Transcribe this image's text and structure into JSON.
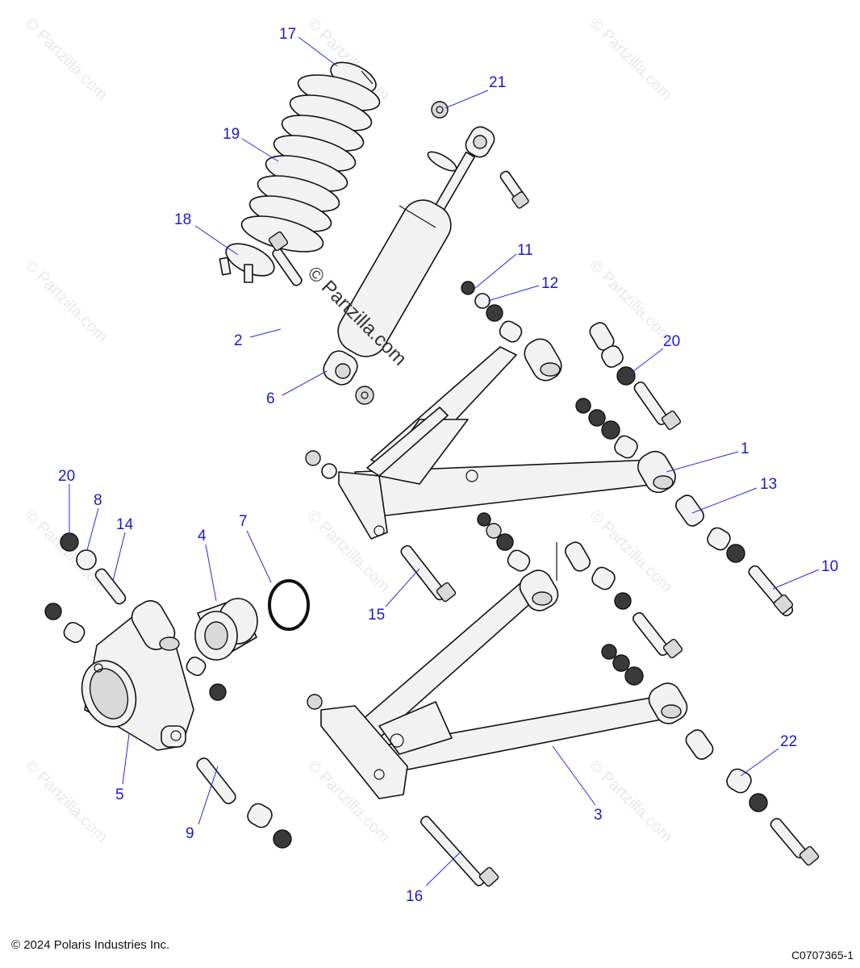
{
  "diagram": {
    "watermark_text": "© Partzilla.com",
    "center_watermark_text": "© Partzilla.com",
    "callouts": {
      "c1": "1",
      "c2": "2",
      "c3": "3",
      "c4": "4",
      "c5": "5",
      "c6": "6",
      "c7": "7",
      "c8": "8",
      "c9": "9",
      "c10": "10",
      "c11": "11",
      "c12": "12",
      "c13": "13",
      "c14": "14",
      "c15": "15",
      "c16": "16",
      "c17": "17",
      "c18": "18",
      "c19": "19",
      "c20a": "20",
      "c20b": "20",
      "c21": "21",
      "c22": "22"
    }
  },
  "footer": {
    "copyright": "© 2024 Polaris Industries Inc.",
    "drawing_id": "C0707365-1"
  },
  "colors": {
    "callout": "#1a1ad0",
    "line_art": "#111111",
    "watermark": "#e9e9e9"
  }
}
